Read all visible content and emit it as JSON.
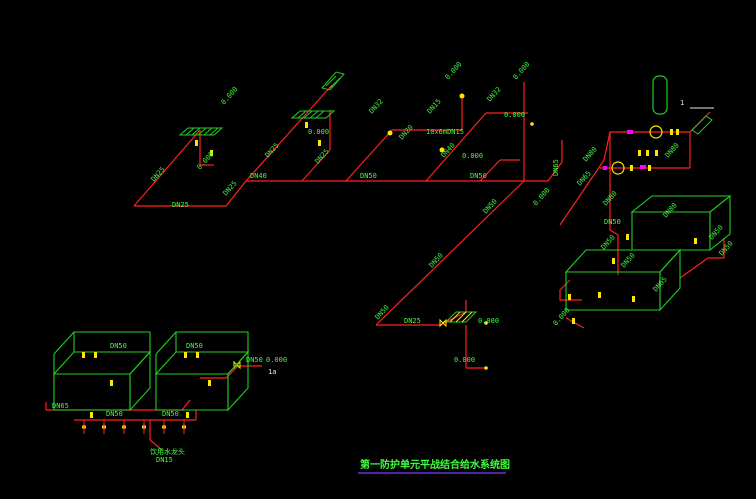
{
  "drawing": {
    "title": "第一防护单元平战结合给水系统图",
    "colors": {
      "background": "#000000",
      "pipe": "#ff2020",
      "tank": "#1fd01f",
      "label": "#3cff3c",
      "fixture": "#ffe600",
      "accent": "#ff00ff",
      "title_underline": "#7a3cff"
    },
    "labels": {
      "dn25_a": "DN25",
      "dn25_b": "DN25",
      "dn25_c": "DN25",
      "dn25_d": "DN25",
      "dn25_e": "DN25",
      "dn25_f": "DN25",
      "dn40_a": "DN40",
      "dn40_b": "DN40",
      "dn50_a": "DN50",
      "dn50_b": "DN50",
      "dn50_c": "DN50",
      "dn50_d": "DN50",
      "dn50_e": "DN50",
      "dn32_a": "DN32",
      "dn32_b": "DN32",
      "dn20_a": "DN20",
      "dn15_a": "DN15",
      "dn65_a": "DN65",
      "dn65_b": "DN65",
      "dn65_c": "DN65",
      "dn80_a": "DN80",
      "dn80_b": "DN80",
      "dn80_c": "DN80",
      "dn80_d": "DN80",
      "dn50_tank_a": "DN50",
      "dn50_tank_b": "DN50",
      "dn50_tank_c": "DN50",
      "dn50_tank_d": "DN50",
      "dn50_tank_e": "DN50",
      "dn50_valve": "DN50",
      "dn15_bottom": "DN15",
      "dn65_left": "DN65",
      "leader_1": "1",
      "leader_1a": "1a",
      "drinking_tap": "饮用水龙头",
      "device_note": "10x6mDN15",
      "elev_a": "0.000",
      "elev_b": "0.000",
      "elev_c": "0.000",
      "elev_d": "0.000",
      "elev_e": "0.000",
      "elev_f": "0.000",
      "elev_g": "0.000",
      "elev_h": "0.000",
      "elev_i": "0.000",
      "elev_j": "0.000",
      "elev_k": "0.000",
      "elev_l": "0.000"
    }
  }
}
